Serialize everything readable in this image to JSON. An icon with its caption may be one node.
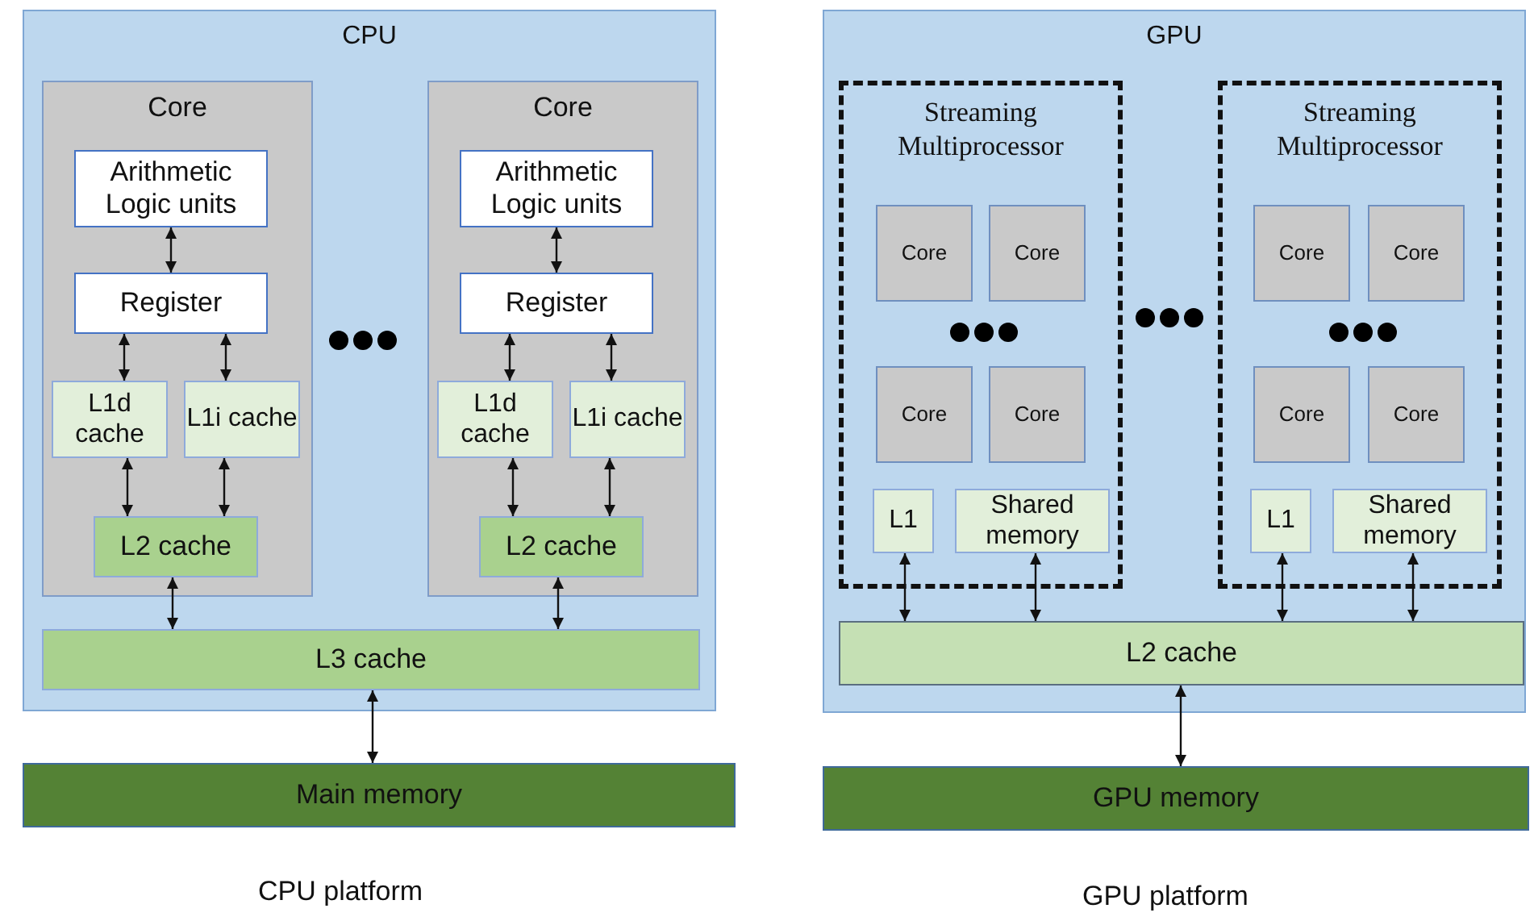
{
  "diagram": {
    "nodes": [
      {
        "text": [
          "CPU"
        ]
      },
      {
        "text": [
          "Core"
        ],
        "in": 0
      },
      {
        "text": [
          "Arithmetic Logic units"
        ],
        "in": 1
      },
      {
        "text": [
          "Register"
        ],
        "in": 1
      },
      {
        "text": [
          "L1d cache"
        ],
        "in": 1
      },
      {
        "text": [
          "L1i cache"
        ],
        "in": 1
      },
      {
        "text": [
          "L2 cache"
        ],
        "in": 1
      },
      {
        "text": [
          "Core"
        ],
        "in": 0
      },
      {
        "text": [
          "Arithmetic Logic units"
        ],
        "in": 7
      },
      {
        "text": [
          "Register"
        ],
        "in": 7
      },
      {
        "text": [
          "L1d cache"
        ],
        "in": 7
      },
      {
        "text": [
          "L1i cache"
        ],
        "in": 7
      },
      {
        "text": [
          "L2 cache"
        ],
        "in": 7
      },
      {
        "text": [
          "L3 cache"
        ],
        "in": 0
      },
      {
        "text": [
          "Main memory"
        ]
      },
      {
        "text": [
          "GPU"
        ]
      },
      {
        "text": [
          "Streaming Multiprocessor"
        ],
        "in": 15
      },
      {
        "text": [
          "Core"
        ],
        "in": 16
      },
      {
        "text": [
          "Core"
        ],
        "in": 16
      },
      {
        "text": [
          "Core"
        ],
        "in": 16
      },
      {
        "text": [
          "Core"
        ],
        "in": 16
      },
      {
        "text": [
          "L1"
        ],
        "in": 16
      },
      {
        "text": [
          "Shared memory"
        ],
        "in": 16
      },
      {
        "text": [
          "Streaming Multiprocessor"
        ],
        "in": 15
      },
      {
        "text": [
          "Core"
        ],
        "in": 23
      },
      {
        "text": [
          "Core"
        ],
        "in": 23
      },
      {
        "text": [
          "Core"
        ],
        "in": 23
      },
      {
        "text": [
          "Core"
        ],
        "in": 23
      },
      {
        "text": [
          "L1"
        ],
        "in": 23
      },
      {
        "text": [
          "Shared memory"
        ],
        "in": 23
      },
      {
        "text": [
          "L2 cache"
        ],
        "in": 15
      },
      {
        "text": [
          "GPU memory"
        ]
      }
    ],
    "edges": [
      {
        "from": 2,
        "to": 3,
        "arrow": "both"
      },
      {
        "from": 3,
        "to": 4,
        "arrow": "both"
      },
      {
        "from": 3,
        "to": 5,
        "arrow": "both"
      },
      {
        "from": 4,
        "to": 6,
        "arrow": "both"
      },
      {
        "from": 5,
        "to": 6,
        "arrow": "both"
      },
      {
        "from": 6,
        "to": 13,
        "arrow": "both"
      },
      {
        "from": 8,
        "to": 9,
        "arrow": "both"
      },
      {
        "from": 9,
        "to": 10,
        "arrow": "both"
      },
      {
        "from": 9,
        "to": 11,
        "arrow": "both"
      },
      {
        "from": 10,
        "to": 12,
        "arrow": "both"
      },
      {
        "from": 11,
        "to": 12,
        "arrow": "both"
      },
      {
        "from": 12,
        "to": 13,
        "arrow": "both"
      },
      {
        "from": 13,
        "to": 14,
        "arrow": "both"
      },
      {
        "from": 21,
        "to": 30,
        "arrow": "both"
      },
      {
        "from": 22,
        "to": 30,
        "arrow": "both"
      },
      {
        "from": 28,
        "to": 30,
        "arrow": "both"
      },
      {
        "from": 29,
        "to": 30,
        "arrow": "both"
      },
      {
        "from": 30,
        "to": 31,
        "arrow": "both"
      }
    ],
    "labels": [
      "CPU platform",
      "GPU platform"
    ]
  }
}
